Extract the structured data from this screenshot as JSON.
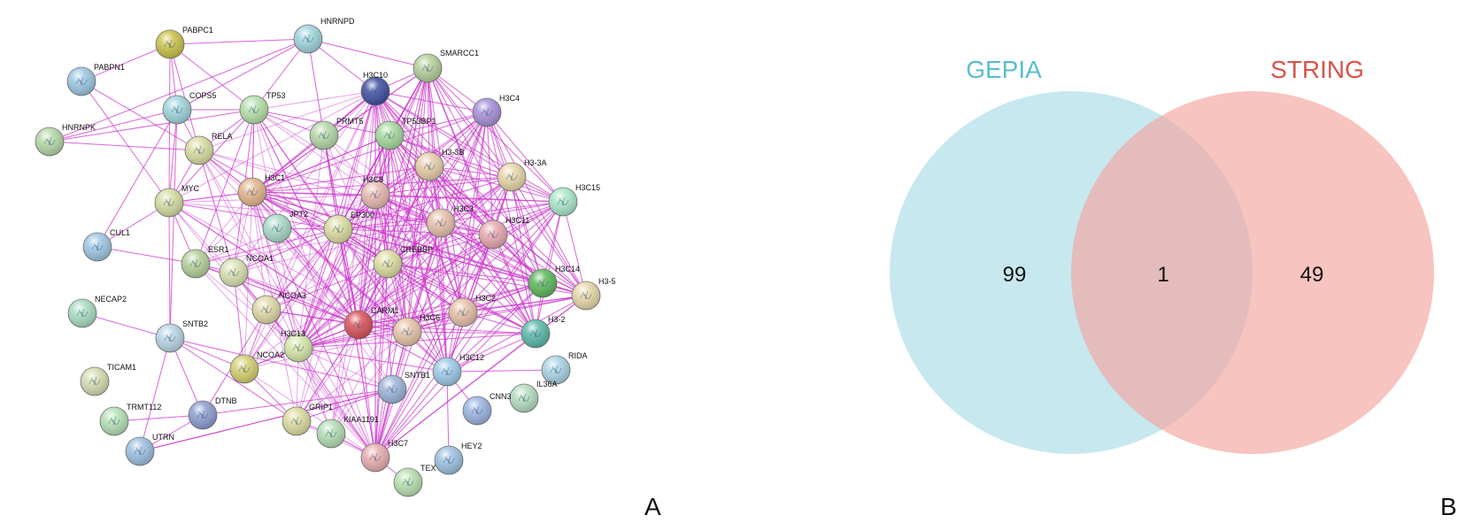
{
  "panels": {
    "network": {
      "letter": "A",
      "edge_color": "#cc33cc",
      "nodes": [
        {
          "label": "PABPC1",
          "color": "#c9c14a"
        },
        {
          "label": "HNRNPD",
          "color": "#9fd4dc"
        },
        {
          "label": "PABPN1",
          "color": "#9cc6e3"
        },
        {
          "label": "SMARCC1",
          "color": "#b4cf9a"
        },
        {
          "label": "H3C10",
          "color": "#3f4fa0"
        },
        {
          "label": "COPS5",
          "color": "#9fd4dc"
        },
        {
          "label": "TP53",
          "color": "#b4e0a8"
        },
        {
          "label": "H3C4",
          "color": "#a690d8"
        },
        {
          "label": "HNRNPK",
          "color": "#b4d7a8"
        },
        {
          "label": "RELA",
          "color": "#d8dca0"
        },
        {
          "label": "PRMT5",
          "color": "#b4d7a8"
        },
        {
          "label": "TP53BP1",
          "color": "#a6d89c"
        },
        {
          "label": "H3-3B",
          "color": "#e6cda8"
        },
        {
          "label": "H3-3A",
          "color": "#e6d6a8"
        },
        {
          "label": "H3C1",
          "color": "#e3b48c"
        },
        {
          "label": "H3C8",
          "color": "#e6b8b0"
        },
        {
          "label": "H3C15",
          "color": "#a8e6c8"
        },
        {
          "label": "MYC",
          "color": "#d4dca0"
        },
        {
          "label": "JPT2",
          "color": "#a8d8c8"
        },
        {
          "label": "EP300",
          "color": "#dcdca0"
        },
        {
          "label": "H3C3",
          "color": "#e6bfaa"
        },
        {
          "label": "H3C11",
          "color": "#e6a8b0"
        },
        {
          "label": "CUL1",
          "color": "#9cc6e3"
        },
        {
          "label": "ESR1",
          "color": "#b4d09a"
        },
        {
          "label": "NCOA1",
          "color": "#d8e0b0"
        },
        {
          "label": "CREBBP",
          "color": "#dcdca0"
        },
        {
          "label": "H3C14",
          "color": "#5cb85c"
        },
        {
          "label": "H3-5",
          "color": "#e6d6a8"
        },
        {
          "label": "NECAP2",
          "color": "#a8dcc0"
        },
        {
          "label": "NCOA3",
          "color": "#e0d8a8"
        },
        {
          "label": "CARM1",
          "color": "#d9535a"
        },
        {
          "label": "H3C2",
          "color": "#e6c0a8"
        },
        {
          "label": "SNTB2",
          "color": "#b8d4e6"
        },
        {
          "label": "H3C6",
          "color": "#e6c4a8"
        },
        {
          "label": "H3-2",
          "color": "#5ab8a8"
        },
        {
          "label": "H3C13",
          "color": "#d4e6a8"
        },
        {
          "label": "NCOA2",
          "color": "#d4d070"
        },
        {
          "label": "TICAM1",
          "color": "#d4dcb0"
        },
        {
          "label": "H3C12",
          "color": "#9cc8e8"
        },
        {
          "label": "RIDA",
          "color": "#a8d4e3"
        },
        {
          "label": "SNTB1",
          "color": "#9cb4d8"
        },
        {
          "label": "IL36A",
          "color": "#b4dcc0"
        },
        {
          "label": "CNN3",
          "color": "#9cb4e0"
        },
        {
          "label": "TRMT112",
          "color": "#b4e0b4"
        },
        {
          "label": "DTNB",
          "color": "#8c9cd0"
        },
        {
          "label": "GRIP1",
          "color": "#dcdca0"
        },
        {
          "label": "KIAA1191",
          "color": "#b4dcb4"
        },
        {
          "label": "UTRN",
          "color": "#9cc0e0"
        },
        {
          "label": "H3C7",
          "color": "#e6aeb0"
        },
        {
          "label": "HEY2",
          "color": "#9cc0e0"
        },
        {
          "label": "TEX",
          "color": "#b8e0b0"
        }
      ],
      "edges": [
        [
          0,
          1
        ],
        [
          0,
          2
        ],
        [
          0,
          5
        ],
        [
          0,
          6
        ],
        [
          0,
          9
        ],
        [
          0,
          17
        ],
        [
          1,
          3
        ],
        [
          1,
          5
        ],
        [
          1,
          6
        ],
        [
          1,
          10
        ],
        [
          1,
          8
        ],
        [
          1,
          4
        ],
        [
          2,
          9
        ],
        [
          2,
          17
        ],
        [
          5,
          9
        ],
        [
          5,
          17
        ],
        [
          5,
          6
        ],
        [
          5,
          8
        ],
        [
          8,
          9
        ],
        [
          8,
          6
        ],
        [
          5,
          22
        ],
        [
          5,
          32
        ],
        [
          6,
          9
        ],
        [
          6,
          17
        ],
        [
          6,
          14
        ],
        [
          6,
          10
        ],
        [
          6,
          11
        ],
        [
          6,
          19
        ],
        [
          6,
          23
        ],
        [
          6,
          24
        ],
        [
          6,
          30
        ],
        [
          9,
          17
        ],
        [
          9,
          14
        ],
        [
          9,
          19
        ],
        [
          9,
          24
        ],
        [
          17,
          22
        ],
        [
          17,
          14
        ],
        [
          17,
          23
        ],
        [
          17,
          19
        ],
        [
          17,
          30
        ],
        [
          17,
          32
        ],
        [
          10,
          14
        ],
        [
          10,
          19
        ],
        [
          10,
          30
        ],
        [
          10,
          4
        ],
        [
          11,
          14
        ],
        [
          11,
          19
        ],
        [
          11,
          30
        ],
        [
          23,
          19
        ],
        [
          23,
          24
        ],
        [
          23,
          30
        ],
        [
          24,
          19
        ],
        [
          24,
          29
        ],
        [
          24,
          30
        ],
        [
          24,
          36
        ],
        [
          19,
          25
        ],
        [
          19,
          29
        ],
        [
          19,
          30
        ],
        [
          19,
          36
        ],
        [
          25,
          29
        ],
        [
          25,
          30
        ],
        [
          29,
          30
        ],
        [
          29,
          36
        ],
        [
          30,
          36
        ],
        [
          30,
          45
        ],
        [
          32,
          36
        ],
        [
          32,
          40
        ],
        [
          32,
          44
        ],
        [
          32,
          45
        ],
        [
          32,
          47
        ],
        [
          40,
          44
        ],
        [
          40,
          47
        ],
        [
          40,
          45
        ],
        [
          36,
          45
        ],
        [
          45,
          46
        ],
        [
          44,
          47
        ],
        [
          43,
          44
        ],
        [
          47,
          40
        ],
        [
          22,
          23
        ],
        [
          18,
          19
        ],
        [
          18,
          30
        ],
        [
          3,
          11
        ],
        [
          3,
          19
        ],
        [
          3,
          25
        ],
        [
          28,
          32
        ],
        [
          38,
          39
        ],
        [
          38,
          42
        ],
        [
          38,
          49
        ],
        [
          40,
          48
        ],
        [
          48,
          50
        ],
        [
          46,
          48
        ],
        [
          29,
          44
        ],
        [
          3,
          14
        ]
      ],
      "hubs": [
        4,
        7,
        12,
        13,
        14,
        15,
        16,
        20,
        21,
        26,
        27,
        31,
        33,
        34,
        35,
        38,
        48,
        3,
        11,
        25,
        30,
        19
      ]
    },
    "venn": {
      "letter": "B",
      "sets": [
        {
          "name": "GEPIA",
          "color": "#5bbccf",
          "fill": "#a9dce6"
        },
        {
          "name": "STRING",
          "color": "#d9534a",
          "fill": "#f2a49e"
        }
      ],
      "counts": {
        "left_only": "99",
        "both": "1",
        "right_only": "49"
      }
    }
  }
}
